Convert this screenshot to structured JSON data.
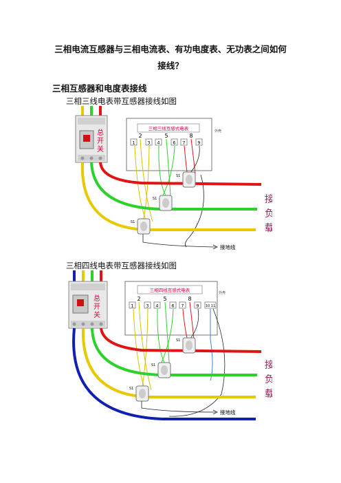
{
  "doc": {
    "title_line1": "三相电流互感器与三相电流表、有功电度表、无功表之间如何",
    "title_line2": "接线？",
    "section_heading": "三相互感器和电度表接线"
  },
  "figure1": {
    "caption": "三相三线电表带互感器接线如图",
    "breaker_label": [
      "总",
      "开",
      "关"
    ],
    "meter_title": "三相三线互感式电表",
    "housing_label": "外壳",
    "terminals": [
      "1",
      "2",
      "3",
      "4",
      "5",
      "6",
      "7",
      "8",
      "9"
    ],
    "ct_label": "S1",
    "load_label": [
      "接",
      "负",
      "载"
    ],
    "ground_label": "接地线"
  },
  "figure2": {
    "caption": "三相四线电表带互感器接线如图",
    "breaker_label": [
      "总",
      "开",
      "关"
    ],
    "meter_title": "三相四线互感式电表",
    "housing_label": "外壳",
    "terminals": [
      "1",
      "2",
      "3",
      "4",
      "5",
      "6",
      "7",
      "8",
      "9",
      "10 11"
    ],
    "ct_label": "S1",
    "load_label": [
      "接",
      "负",
      "载"
    ],
    "ground_label": "接地线"
  },
  "colors": {
    "phase_a": "#e8c800",
    "phase_b": "#2cd12c",
    "phase_c": "#e01414",
    "neutral": "#1020b0",
    "label_red": "#e3003c",
    "load_purple": "#a0205a"
  }
}
